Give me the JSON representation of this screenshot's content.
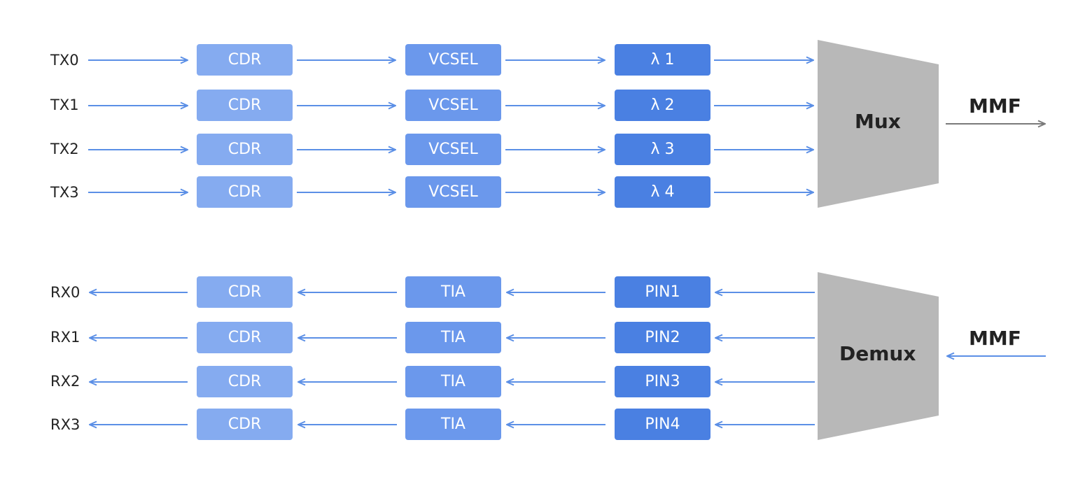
{
  "colors": {
    "arrow_blue": "#5b8fe6",
    "arrow_gray": "#7a7a7a",
    "stage_light": "#85abf0",
    "stage_mid": "#6b98ec",
    "stage_dark": "#4a80e2",
    "mux_gray": "#b8b8b8"
  },
  "tx": {
    "lanes": [
      {
        "input": "TX0",
        "cdr": "CDR",
        "driver": "VCSEL",
        "wavelength": "λ 1"
      },
      {
        "input": "TX1",
        "cdr": "CDR",
        "driver": "VCSEL",
        "wavelength": "λ 2"
      },
      {
        "input": "TX2",
        "cdr": "CDR",
        "driver": "VCSEL",
        "wavelength": "λ 3"
      },
      {
        "input": "TX3",
        "cdr": "CDR",
        "driver": "VCSEL",
        "wavelength": "λ 4"
      }
    ],
    "mux_label": "Mux",
    "fiber_label": "MMF"
  },
  "rx": {
    "lanes": [
      {
        "output": "RX0",
        "cdr": "CDR",
        "amp": "TIA",
        "detector": "PIN1"
      },
      {
        "output": "RX1",
        "cdr": "CDR",
        "amp": "TIA",
        "detector": "PIN2"
      },
      {
        "output": "RX2",
        "cdr": "CDR",
        "amp": "TIA",
        "detector": "PIN3"
      },
      {
        "output": "RX3",
        "cdr": "CDR",
        "amp": "TIA",
        "detector": "PIN4"
      }
    ],
    "demux_label": "Demux",
    "fiber_label": "MMF"
  }
}
